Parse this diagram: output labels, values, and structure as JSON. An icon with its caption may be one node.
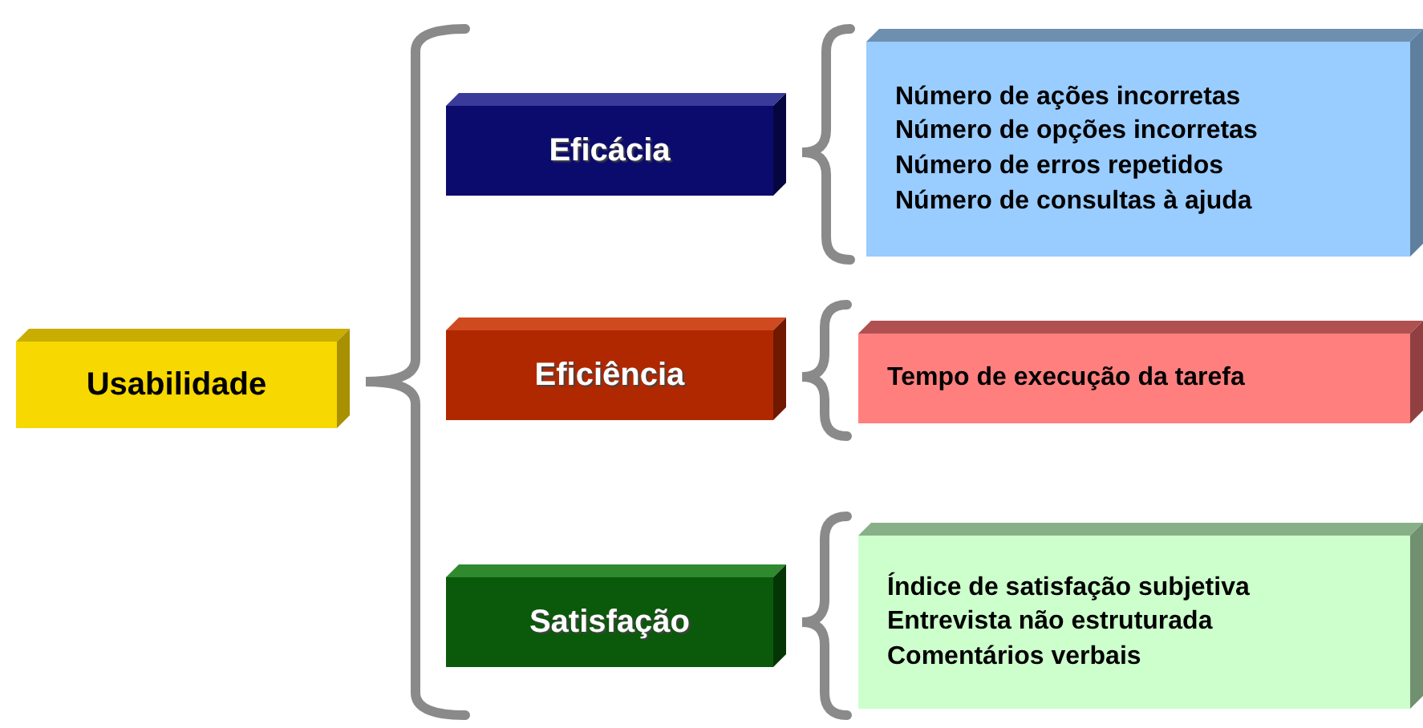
{
  "diagram": {
    "nodes": [
      {
        "text": [
          "Usabilidade"
        ]
      },
      {
        "text": [
          "Eficácia"
        ]
      },
      {
        "text": [
          "Eficiência"
        ]
      },
      {
        "text": [
          "Satisfação"
        ]
      },
      {
        "text": [
          "Número de ações incorretas",
          "Número de opções incorretas",
          "Número de erros repetidos",
          "Número de consultas à ajuda"
        ]
      },
      {
        "text": [
          "Tempo de execução da tarefa"
        ]
      },
      {
        "text": [
          "Índice de satisfação subjetiva",
          "Entrevista não estruturada",
          "Comentários verbais"
        ]
      }
    ]
  }
}
